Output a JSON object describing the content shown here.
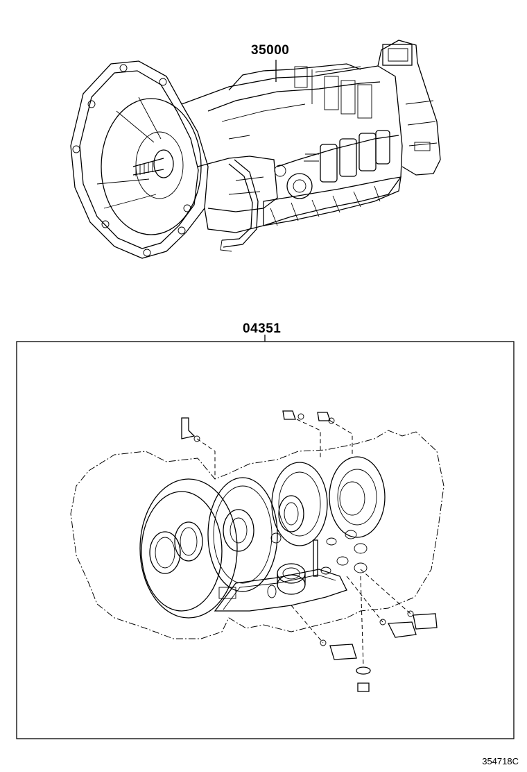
{
  "parts": {
    "transmission_assy": "35000",
    "overhaul_gasket_kit": "04351"
  },
  "diagram_id": "354718C"
}
